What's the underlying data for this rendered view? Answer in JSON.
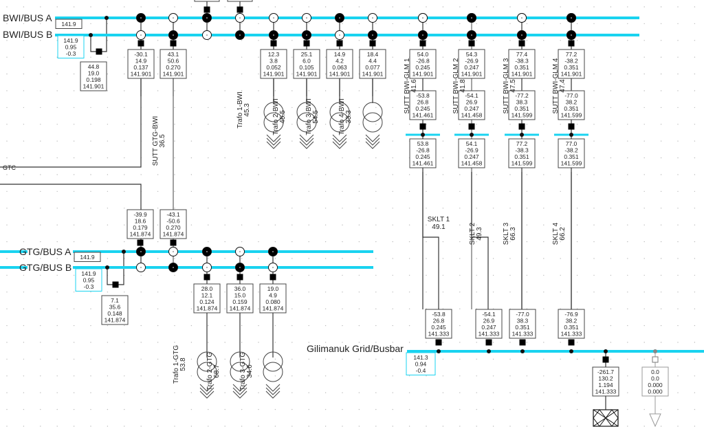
{
  "title": "Single-line diagram - BWI / GTG / Gilimanuk load flow",
  "colors": {
    "busbar": "#19d3f0",
    "line": "#333333",
    "grid_dot": "#bbbbbb",
    "open_breaker": "#ffffff",
    "closed_breaker": "#000000"
  },
  "buses": {
    "bwi_a": {
      "name": "BWI/BUS A",
      "result": [
        "141.9"
      ]
    },
    "bwi_b": {
      "name": "BWI/BUS B",
      "result": [
        "141.9",
        "0.95",
        "-0.3"
      ]
    },
    "gtg_a": {
      "name": "GTG/BUS A",
      "result": [
        "141.9"
      ]
    },
    "gtg_b": {
      "name": "GTG/BUS B",
      "result": [
        "141.9",
        "0.95",
        "-0.3"
      ]
    },
    "gilimanuk": {
      "name": "Gilimanuk Grid/Busbar",
      "result": [
        "141.3",
        "0.94",
        "-0.4"
      ]
    }
  },
  "couplers": {
    "bwi": {
      "result": [
        "44.8",
        "19.0",
        "0.198",
        "141.901"
      ]
    },
    "gtg": {
      "result": [
        "7.1",
        "35.6",
        "0.148",
        "141.874"
      ]
    }
  },
  "bwi_feeders": [
    {
      "id": "to_gtc",
      "result": [
        "-30.1",
        "14.9",
        "0.137",
        "141.901"
      ]
    },
    {
      "id": "sutt_gtg_bwi",
      "result": [
        "43.1",
        "50.6",
        "0.270",
        "141.901"
      ]
    },
    {
      "id": "trafo1_bwi",
      "result": [
        "12.3",
        "3.8",
        "0.052",
        "141.901"
      ]
    },
    {
      "id": "trafo2_bwi",
      "result": [
        "25.1",
        "6.0",
        "0.105",
        "141.901"
      ]
    },
    {
      "id": "trafo3_bwi",
      "result": [
        "14.9",
        "4.2",
        "0.063",
        "141.901"
      ]
    },
    {
      "id": "trafo4_bwi",
      "result": [
        "18.4",
        "4.4",
        "0.077",
        "141.901"
      ]
    }
  ],
  "transformers_bwi": [
    {
      "name": "Trafo 1-BWI",
      "loading": "45.3"
    },
    {
      "name": "Trafo 2-BWI",
      "loading": "45.5"
    },
    {
      "name": "Trafo 3-BWI",
      "loading": "54.5"
    },
    {
      "name": "Trafo 4-BWI",
      "loading": "33.3"
    }
  ],
  "sutt_lines": [
    {
      "name": "SUTT BWI-GLM 1",
      "loading": "41.6",
      "sending": [
        "54.0",
        "-26.8",
        "0.245",
        "141.901"
      ],
      "receiving": [
        "-53.8",
        "26.8",
        "0.245",
        "141.461"
      ],
      "next": [
        "53.8",
        "-26.8",
        "0.245",
        "141.461"
      ]
    },
    {
      "name": "SUTT BWI-GLM 2",
      "loading": "41.8",
      "sending": [
        "54.3",
        "-26.9",
        "0.247",
        "141.901"
      ],
      "receiving": [
        "-54.1",
        "26.9",
        "0.247",
        "141.458"
      ],
      "next": [
        "54.1",
        "-26.9",
        "0.247",
        "141.458"
      ]
    },
    {
      "name": "SUTT BWI-GLM 3",
      "loading": "47.5",
      "sending": [
        "77.4",
        "-38.3",
        "0.351",
        "141.901"
      ],
      "receiving": [
        "-77.2",
        "38.3",
        "0.351",
        "141.599"
      ],
      "next": [
        "77.2",
        "-38.3",
        "0.351",
        "141.599"
      ]
    },
    {
      "name": "SUTT BWI-GLM 4",
      "loading": "47.4",
      "sending": [
        "77.2",
        "-38.2",
        "0.351",
        "141.901"
      ],
      "receiving": [
        "-77.0",
        "38.2",
        "0.351",
        "141.599"
      ],
      "next": [
        "77.0",
        "-38.2",
        "0.351",
        "141.599"
      ]
    }
  ],
  "sklt_lines": [
    {
      "name": "SKLT 1",
      "loading": "49.1",
      "end": [
        "-53.8",
        "26.8",
        "0.245",
        "141.333"
      ]
    },
    {
      "name": "SKLT 2",
      "loading": "49.3",
      "end": [
        "-54.1",
        "26.9",
        "0.247",
        "141.333"
      ]
    },
    {
      "name": "SKLT 3",
      "loading": "66.3",
      "end": [
        "-77.0",
        "38.3",
        "0.351",
        "141.333"
      ]
    },
    {
      "name": "SKLT 4",
      "loading": "66.2",
      "end": [
        "-76.9",
        "38.2",
        "0.351",
        "141.333"
      ]
    }
  ],
  "sutt_gtg_bwi": {
    "name": "SUTT GTG-BWI",
    "loading": "36.5"
  },
  "gtc_label": "GTC",
  "gtg_incomers": [
    {
      "id": "from_gtc",
      "result": [
        "-39.9",
        "18.6",
        "0.179",
        "141.874"
      ]
    },
    {
      "id": "sutt_gtg_bwi",
      "result": [
        "-43.1",
        "-50.6",
        "0.270",
        "141.874"
      ]
    }
  ],
  "gtg_feeders": [
    {
      "id": "trafo1_gtg",
      "result": [
        "28.0",
        "12.1",
        "0.124",
        "141.874"
      ]
    },
    {
      "id": "trafo2_gtg",
      "result": [
        "36.0",
        "15.0",
        "0.159",
        "141.874"
      ]
    },
    {
      "id": "trafo3_gtg",
      "result": [
        "19.0",
        "4.9",
        "0.080",
        "141.874"
      ]
    }
  ],
  "transformers_gtg": [
    {
      "name": "Trafo 1-GTG",
      "loading": "53.8"
    },
    {
      "name": "Trafo 2-GTG",
      "loading": "68.7"
    },
    {
      "name": "Trafo 3-GTG",
      "loading": "34.6"
    }
  ],
  "external_grid": {
    "result": [
      "-261.7",
      "130.2",
      "1.194",
      "141.333"
    ]
  },
  "load_out_of_service": {
    "result": [
      "0.0",
      "0.0",
      "0.000",
      "0.000"
    ]
  }
}
